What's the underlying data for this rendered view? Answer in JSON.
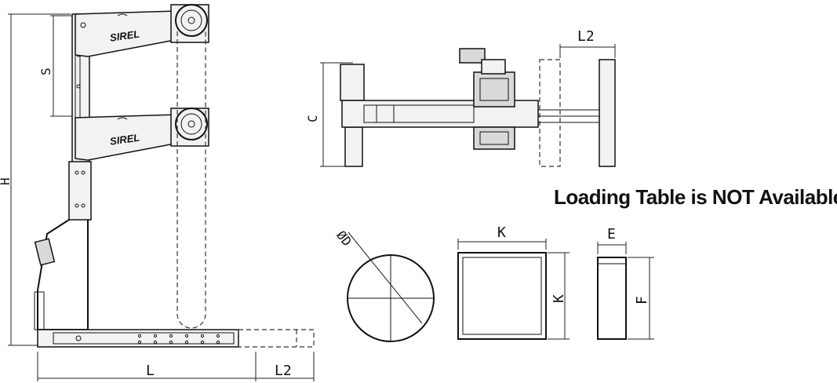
{
  "note": {
    "text": "Loading Table is NOT Available"
  },
  "brand": {
    "text": "SIREL"
  },
  "dimensions": {
    "S": "S",
    "H": "H",
    "L": "L",
    "L2_bottom": "L2",
    "L2_top": "L2",
    "C": "C",
    "D": "ØD",
    "K_top": "K",
    "K_side": "K",
    "E": "E",
    "F": "F"
  },
  "colors": {
    "line": "#111111",
    "background": "#ffffff"
  }
}
